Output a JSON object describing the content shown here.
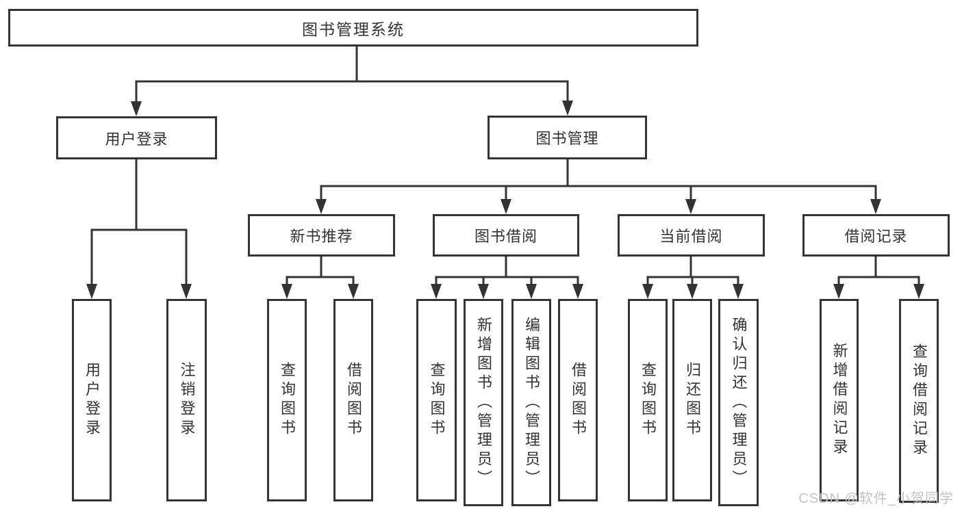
{
  "diagram": {
    "root_label": "图书管理系统",
    "user_login": {
      "label": "用户登录",
      "children": [
        {
          "label": "用户登录"
        },
        {
          "label": "注销登录"
        }
      ]
    },
    "book_management": {
      "label": "图书管理",
      "sections": [
        {
          "label": "新书推荐",
          "children": [
            {
              "label": "查询图书"
            },
            {
              "label": "借阅图书"
            }
          ]
        },
        {
          "label": "图书借阅",
          "children": [
            {
              "label": "查询图书"
            },
            {
              "label": "新增图书（管理员）"
            },
            {
              "label": "编辑图书（管理员）"
            },
            {
              "label": "借阅图书"
            }
          ]
        },
        {
          "label": "当前借阅",
          "children": [
            {
              "label": "查询图书"
            },
            {
              "label": "归还图书"
            },
            {
              "label": "确认归还（管理员）"
            }
          ]
        },
        {
          "label": "借阅记录",
          "children": [
            {
              "label": "新增借阅记录"
            },
            {
              "label": "查询借阅记录"
            }
          ]
        }
      ]
    }
  },
  "watermark": {
    "text": "CSDN @软件_小贺同学"
  },
  "colors": {
    "line": "#333333",
    "text": "#333333",
    "background": "#ffffff",
    "watermark": "#c2c2c2"
  }
}
